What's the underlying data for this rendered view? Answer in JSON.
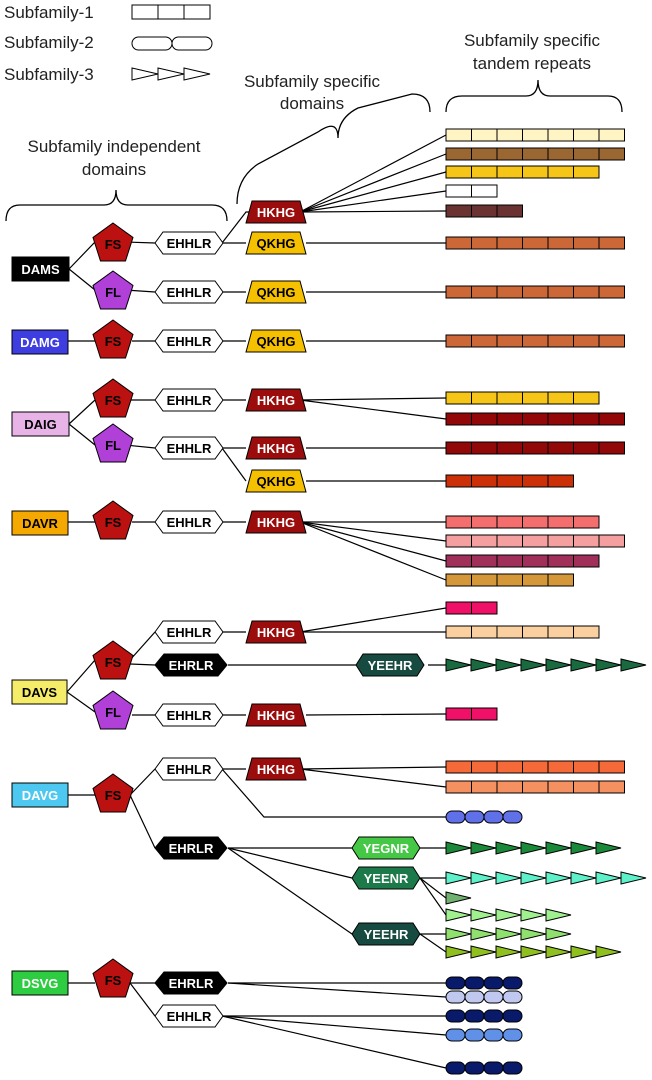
{
  "legend": [
    {
      "label": "Subfamily-1",
      "shape": "rect"
    },
    {
      "label": "Subfamily-2",
      "shape": "pill"
    },
    {
      "label": "Subfamily-3",
      "shape": "triangle"
    }
  ],
  "headers": {
    "independent": [
      "Subfamily independent",
      "domains"
    ],
    "specific": [
      "Subfamily specific",
      "domains"
    ],
    "tandem": [
      "Subfamily specific",
      "tandem repeats"
    ]
  },
  "families": [
    {
      "label": "DAMS",
      "color": "#000000",
      "text_color": "#ffffff"
    },
    {
      "label": "DAMG",
      "color": "#3d3de0",
      "text_color": "#ffffff"
    },
    {
      "label": "DAIG",
      "color": "#e8b4e8",
      "text_color": "#000000"
    },
    {
      "label": "DAVR",
      "color": "#f5a800",
      "text_color": "#000000"
    },
    {
      "label": "DAVS",
      "color": "#f5ec6a",
      "text_color": "#000000"
    },
    {
      "label": "DAVG",
      "color": "#4dc8f0",
      "text_color": "#ffffff"
    },
    {
      "label": "DSVG",
      "color": "#2ecc40",
      "text_color": "#ffffff"
    }
  ],
  "domains": {
    "FS": "FS",
    "FL": "FL",
    "EHHLR": "EHHLR",
    "EHRLR": "EHRLR",
    "HKHG": "HKHG",
    "QKHG": "QKHG",
    "YEEHR": "YEEHR",
    "YEGNR": "YEGNR",
    "YEENR": "YEENR"
  },
  "colors": {
    "FS": "#bb1111",
    "FL": "#b040d8",
    "HKHG": "#9b0c0c",
    "QKHG": "#f5c000",
    "YEEHR": "#174a40",
    "YEGNR": "#45c845",
    "YEENR": "#1c7a4a",
    "EHRLR": "#000000"
  },
  "repeats": [
    {
      "shape": "rect",
      "count": 7,
      "color": "#fff4c4"
    },
    {
      "shape": "rect",
      "count": 7,
      "color": "#9a6632"
    },
    {
      "shape": "rect",
      "count": 6,
      "color": "#f5c518"
    },
    {
      "shape": "rect",
      "count": 2,
      "color": "#ffffff"
    },
    {
      "shape": "rect",
      "count": 3,
      "color": "#6b3232"
    },
    {
      "shape": "rect",
      "count": 7,
      "color": "#cc6838"
    },
    {
      "shape": "rect",
      "count": 7,
      "color": "#cc6838"
    },
    {
      "shape": "rect",
      "count": 7,
      "color": "#cc6838"
    },
    {
      "shape": "rect",
      "count": 6,
      "color": "#f5c518"
    },
    {
      "shape": "rect",
      "count": 7,
      "color": "#920808"
    },
    {
      "shape": "rect",
      "count": 7,
      "color": "#920808"
    },
    {
      "shape": "rect",
      "count": 5,
      "color": "#cc3008"
    },
    {
      "shape": "rect",
      "count": 6,
      "color": "#f56e6e"
    },
    {
      "shape": "rect",
      "count": 7,
      "color": "#f5a0a0"
    },
    {
      "shape": "rect",
      "count": 6,
      "color": "#a0305a"
    },
    {
      "shape": "rect",
      "count": 5,
      "color": "#d4983a"
    },
    {
      "shape": "rect",
      "count": 2,
      "color": "#f01068"
    },
    {
      "shape": "rect",
      "count": 6,
      "color": "#fad0a0"
    },
    {
      "shape": "triangle",
      "count": 8,
      "color": "#1a6a40"
    },
    {
      "shape": "rect",
      "count": 2,
      "color": "#f01068"
    },
    {
      "shape": "rect",
      "count": 7,
      "color": "#f56a38"
    },
    {
      "shape": "rect",
      "count": 7,
      "color": "#f59060"
    },
    {
      "shape": "pill",
      "count": 4,
      "color": "#6070e8"
    },
    {
      "shape": "triangle",
      "count": 7,
      "color": "#1a8a3a"
    },
    {
      "shape": "triangle",
      "count": 8,
      "color": "#5ef0c8"
    },
    {
      "shape": "triangle",
      "count": 1,
      "color": "#70b070"
    },
    {
      "shape": "triangle",
      "count": 5,
      "color": "#a0f090"
    },
    {
      "shape": "triangle",
      "count": 5,
      "color": "#90e070"
    },
    {
      "shape": "triangle",
      "count": 7,
      "color": "#90c020"
    },
    {
      "shape": "pill",
      "count": 4,
      "color": "#0a1a6a"
    },
    {
      "shape": "pill",
      "count": 4,
      "color": "#c0c8f0"
    },
    {
      "shape": "pill",
      "count": 4,
      "color": "#0a1a6a"
    },
    {
      "shape": "pill",
      "count": 4,
      "color": "#6090e8"
    },
    {
      "shape": "pill",
      "count": 4,
      "color": "#0a1a6a"
    }
  ]
}
